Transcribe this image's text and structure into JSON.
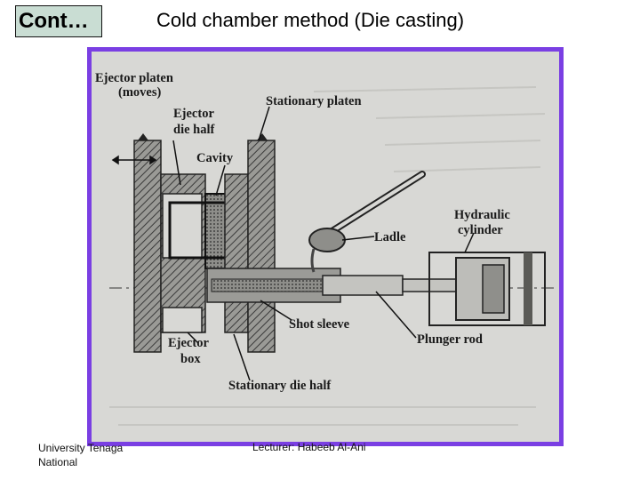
{
  "header": {
    "badge_text": "Cont…",
    "title": "Cold chamber method (Die casting)"
  },
  "figure": {
    "labels": {
      "ejector_platen": "Ejector platen",
      "ejector_platen_moves": "(moves)",
      "ejector": "Ejector",
      "die_half": "die half",
      "stationary_platen": "Stationary platen",
      "cavity": "Cavity",
      "hydraulic": "Hydraulic",
      "cylinder": "cylinder",
      "ladle": "Ladle",
      "shot_sleeve": "Shot sleeve",
      "plunger_rod": "Plunger rod",
      "ejector_box_1": "Ejector",
      "ejector_box_2": "box",
      "stationary_die_half": "Stationary die half"
    },
    "border_color": "#7a3fe3"
  },
  "footer": {
    "university": "University Tenaga National",
    "lecturer": "Lecturer: Habeeb Al-Ani"
  }
}
